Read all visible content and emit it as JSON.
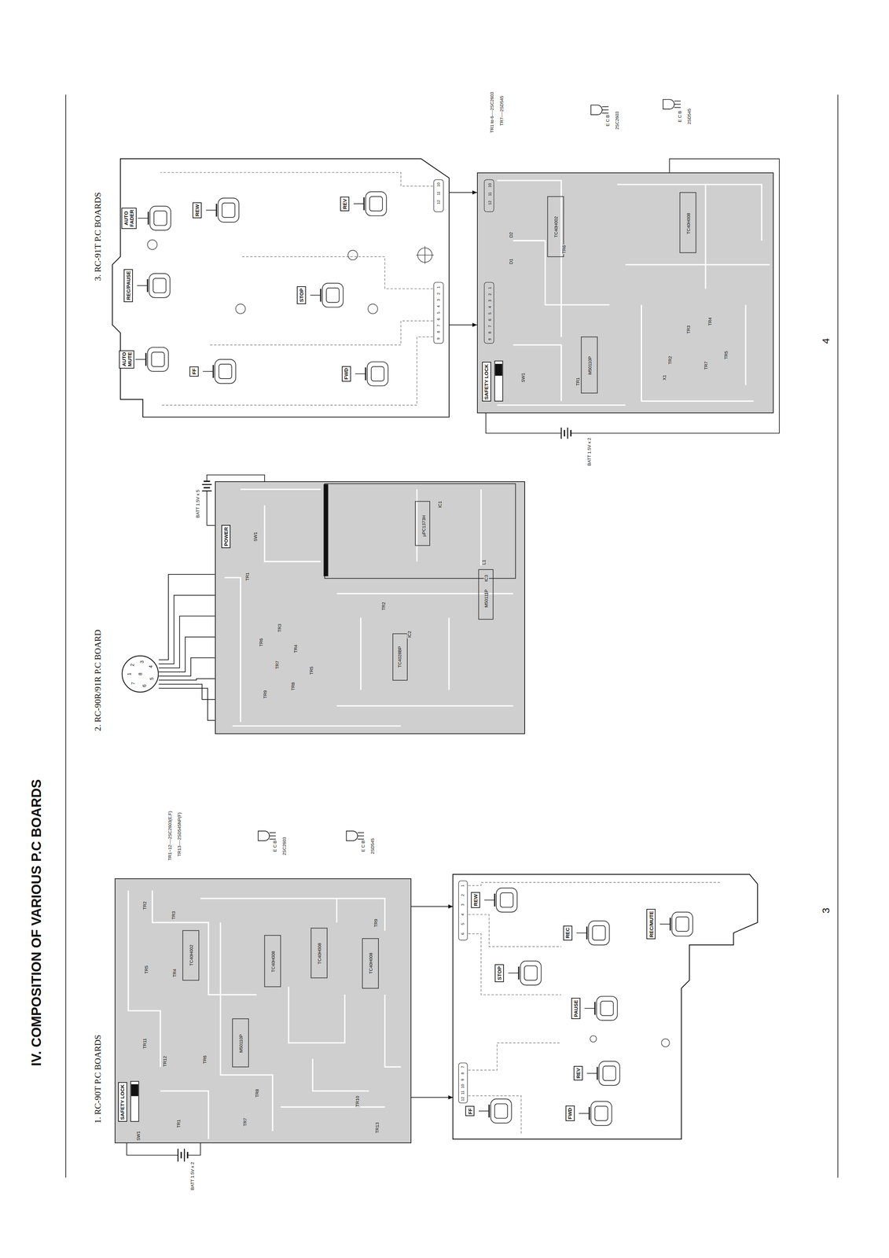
{
  "diagram": {
    "title": "IV.  COMPOSITION OF VARIOUS P.C BOARDS",
    "nodes": [
      {
        "text": [
          "TC40H002",
          "TC40H008",
          "TC40H008",
          "TC40H008",
          "M50110P",
          "TR1",
          "TR2",
          "TR3",
          "TR4",
          "TR5",
          "TR6",
          "TR7",
          "TR8",
          "TR9",
          "TR10",
          "TR11",
          "TR12",
          "TR13",
          "SW1"
        ]
      },
      {
        "text": [
          "SAFETY LOCK"
        ],
        "in": 0
      },
      {
        "text": [
          "1",
          "2",
          "3",
          "4",
          "5",
          "6",
          "7",
          "8",
          "9",
          "10",
          "11",
          "12"
        ]
      },
      {
        "text": [
          "REW"
        ],
        "in": 2
      },
      {
        "text": [
          "REC"
        ],
        "in": 2
      },
      {
        "text": [
          "REC/MUTE"
        ],
        "in": 2
      },
      {
        "text": [
          "STOP"
        ],
        "in": 2
      },
      {
        "text": [
          "PAUSE"
        ],
        "in": 2
      },
      {
        "text": [
          "REV"
        ],
        "in": 2
      },
      {
        "text": [
          "FF"
        ],
        "in": 2
      },
      {
        "text": [
          "FWD"
        ],
        "in": 2
      },
      {
        "text": [
          "1",
          "2",
          "3",
          "4",
          "5",
          "6",
          "7",
          "8"
        ]
      },
      {
        "text": [
          "µPC1373H",
          "IC1",
          "TC4028BP",
          "IC2",
          "M50111P",
          "IC3",
          "TR1",
          "TR2",
          "TR3",
          "TR4",
          "TR5",
          "TR6",
          "TR7",
          "TR8",
          "TR9",
          "SW1",
          "L1"
        ]
      },
      {
        "text": [
          "POWER"
        ],
        "in": 12
      },
      {
        "text": [
          "10",
          "11",
          "12",
          "1",
          "2",
          "3",
          "4",
          "5",
          "6",
          "7",
          "8",
          "9"
        ]
      },
      {
        "text": [
          "AUTO FADER"
        ],
        "in": 14
      },
      {
        "text": [
          "REW"
        ],
        "in": 14
      },
      {
        "text": [
          "REV"
        ],
        "in": 14
      },
      {
        "text": [
          "REC/PAUSE"
        ],
        "in": 14
      },
      {
        "text": [
          "STOP"
        ],
        "in": 14
      },
      {
        "text": [
          "AUTO MUTE"
        ],
        "in": 14
      },
      {
        "text": [
          "FF"
        ],
        "in": 14
      },
      {
        "text": [
          "FWD"
        ],
        "in": 14
      },
      {
        "text": [
          "10",
          "11",
          "12",
          "1",
          "2",
          "3",
          "4",
          "5",
          "6",
          "7",
          "8",
          "9",
          "TC40H002",
          "TC40H008",
          "M50110P",
          "SW1",
          "TR1",
          "TR2",
          "TR3",
          "TR4",
          "TR5",
          "TR6",
          "TR7",
          "D1",
          "D2",
          "X1"
        ]
      },
      {
        "text": [
          "SAFETY LOCK"
        ],
        "in": 23
      }
    ],
    "edges": [
      {
        "from": 0,
        "to": 2,
        "arrow": "to"
      },
      {
        "from": 0,
        "to": 2,
        "arrow": "to"
      },
      {
        "from": 11,
        "to": 12,
        "arrow": "none"
      },
      {
        "from": 11,
        "to": 12,
        "arrow": "none"
      },
      {
        "from": 11,
        "to": 12,
        "arrow": "none"
      },
      {
        "from": 11,
        "to": 12,
        "arrow": "none"
      },
      {
        "from": 11,
        "to": 12,
        "arrow": "none"
      },
      {
        "from": 11,
        "to": 12,
        "arrow": "none"
      },
      {
        "from": 11,
        "to": 12,
        "arrow": "none"
      },
      {
        "from": 11,
        "to": 12,
        "arrow": "none"
      },
      {
        "from": 14,
        "to": 23,
        "arrow": "to"
      },
      {
        "from": 14,
        "to": 23,
        "arrow": "to"
      }
    ],
    "labels": [
      "1. RC-90T P.C BOARDS",
      "2. RC-90R/91R P.C BOARD",
      "3. RC-91T P.C BOARDS",
      "TR1~12----2SC2603(E,F)",
      "TR13----2SD545NP(F)",
      "E C B",
      "2SC2603",
      "E C B",
      "2SD545",
      "BATT 1.5V x 2",
      "BATT 1.5V x 5",
      "TR1 to 6----2SC2603",
      "TR7----2SD545",
      "E C B",
      "2SC2603",
      "E C B",
      "2SD545",
      "BATT 1.5V x 2",
      "3",
      "4"
    ]
  }
}
